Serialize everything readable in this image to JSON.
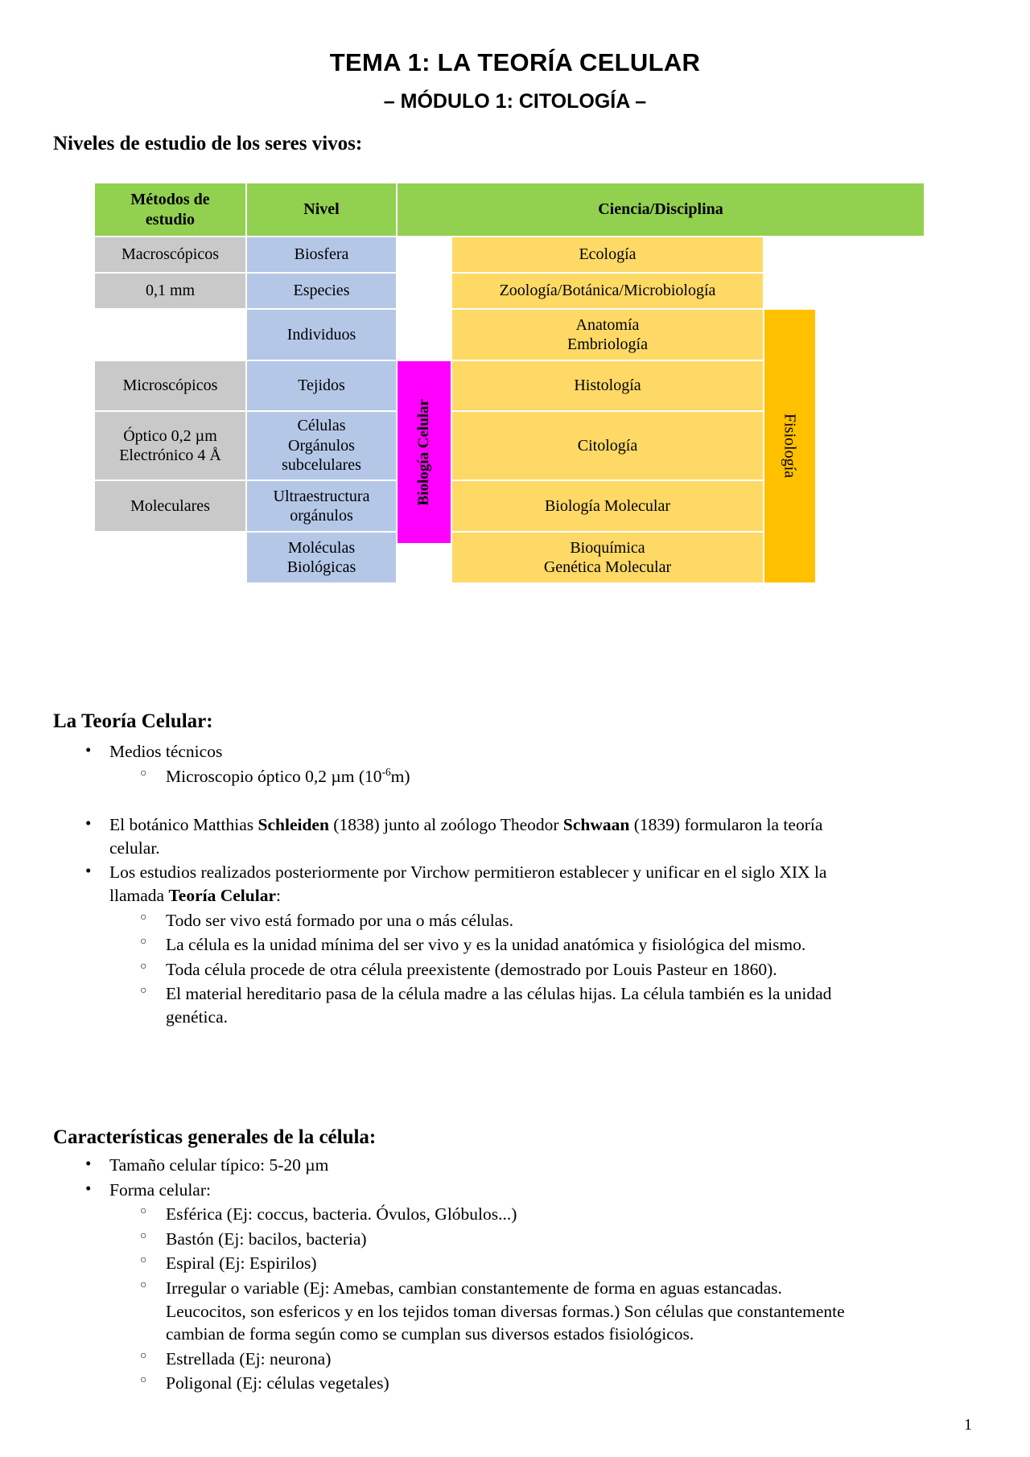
{
  "document": {
    "title": "TEMA 1: LA TEORÍA CELULAR",
    "subtitle": "– MÓDULO 1: CITOLOGÍA –",
    "page_number": "1"
  },
  "sections": {
    "niveles": {
      "heading": "Niveles de estudio de los seres vivos:"
    },
    "teoria": {
      "heading": "La Teoría Celular:"
    },
    "caracteristicas": {
      "heading": "Características generales de la célula:"
    }
  },
  "table": {
    "headers": {
      "metodos": "Métodos de\nestudio",
      "nivel": "Nivel",
      "ciencia": "Ciencia/Disciplina"
    },
    "metodos": [
      "Macroscópicos",
      "0,1 mm",
      "",
      "Microscópicos",
      "Óptico 0,2 µm\nElectrónico 4 Å",
      "Moleculares"
    ],
    "niveles": [
      "Biosfera",
      "Especies",
      "Individuos",
      "Tejidos",
      "Células\nOrgánulos\nsubcelulares",
      "Ultraestructura\norgánulos",
      "Moléculas\nBiológicas"
    ],
    "ciencias": [
      "Ecología",
      "Zoología/Botánica/Microbiología",
      "Anatomía\nEmbriología",
      "Histología",
      "Citología",
      "Biología Molecular",
      "Bioquímica\nGenética Molecular"
    ],
    "biologia_celular": "Biología Celular",
    "fisiologia": "Fisiología",
    "colors": {
      "header_green": "#92d050",
      "metodos_grey": "#c9c9c9",
      "nivel_blue": "#b4c7e7",
      "ciencia_yellow": "#ffd966",
      "biologia_magenta": "#ff00ff",
      "fisiologia_orange": "#ffc000"
    }
  },
  "teoria_bullets": {
    "medios": "Medios técnicos",
    "microscopio_pre": "Microscopio óptico 0,2 µm (10",
    "microscopio_sup": "-6",
    "microscopio_post": "m)",
    "schleiden_a": "El botánico Matthias ",
    "schleiden_b": "Schleiden",
    "schleiden_c": " (1838) junto al zoólogo Theodor ",
    "schleiden_d": "Schwaan",
    "schleiden_e": " (1839) formularon la teoría celular.",
    "virchow_a": "Los estudios realizados posteriormente por Virchow permitieron establecer y unificar en el siglo XIX la llamada ",
    "virchow_b": "Teoría Celular",
    "virchow_c": ":",
    "postulados": [
      "Todo ser vivo está formado por una o más células.",
      "La célula es la unidad mínima del ser vivo y es la unidad anatómica y fisiológica del mismo.",
      "Toda célula procede de otra célula preexistente (demostrado por Louis Pasteur en 1860).",
      "El material hereditario pasa de la célula madre a las células hijas. La célula también es la unidad genética."
    ]
  },
  "caracteristicas_bullets": {
    "tamano": "Tamaño celular típico: 5-20 µm",
    "forma": "Forma celular:",
    "formas": [
      "Esférica (Ej: coccus, bacteria. Óvulos, Glóbulos...)",
      "Bastón (Ej: bacilos, bacteria)",
      "Espiral (Ej: Espirilos)",
      "Irregular o variable (Ej: Amebas, cambian constantemente de forma en aguas estancadas. Leucocitos, son esfericos y en los tejidos toman diversas formas.) Son células que constantemente cambian de forma según como se cumplan sus diversos estados fisiológicos.",
      "Estrellada (Ej: neurona)",
      "Poligonal (Ej: células vegetales)"
    ]
  }
}
